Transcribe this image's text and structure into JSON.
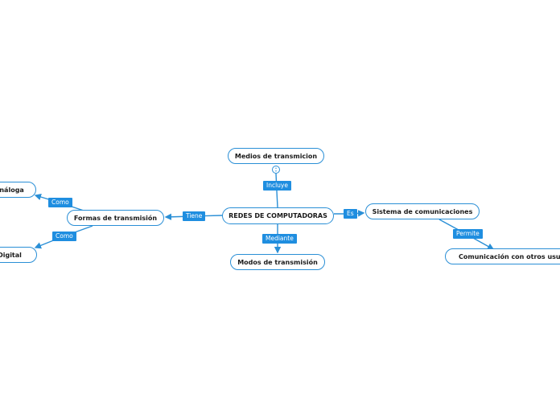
{
  "colors": {
    "line": "#2a8fd6",
    "tag_bg": "#1f8ee0",
    "tag_text": "#ffffff",
    "node_text": "#1a1a1a"
  },
  "nodes": {
    "central": "REDES DE COMPUTADORAS",
    "medios": "Medios de transmicion",
    "modos": "Modos de transmisión",
    "formas": "Formas de transmisión",
    "sistema": "Sistema de comunicaciones",
    "comunicacion": "Comunicación con otros usuarios",
    "analoga": "Análoga",
    "digital": "Digital"
  },
  "links": {
    "incluye": "Incluye",
    "mediante": "Mediante",
    "tiene": "Tiene",
    "es": "Es",
    "permite": "Permite",
    "como_analoga": "Como",
    "como_digital": "Como"
  },
  "collapse_indicator": ":",
  "icons": {
    "collapse": "collapse-dots-icon"
  }
}
